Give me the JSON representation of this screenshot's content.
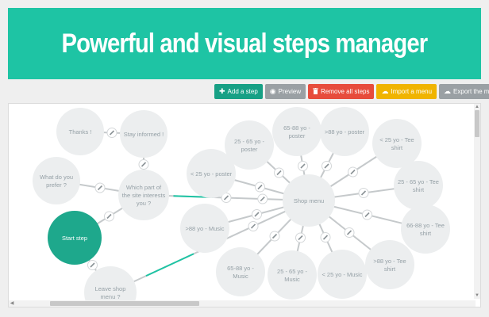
{
  "header": {
    "title": "Powerful and visual steps manager",
    "bg_color": "#1ec4a4"
  },
  "toolbar": {
    "add_step": {
      "label": "Add a step",
      "icon": "plus-icon"
    },
    "preview": {
      "label": "Preview",
      "icon": "eye-icon"
    },
    "remove_all": {
      "label": "Remove all steps",
      "icon": "trash-icon"
    },
    "import_menu": {
      "label": "Import a menu",
      "icon": "download-cloud-icon"
    },
    "export_menu": {
      "label": "Export the menu",
      "icon": "upload-cloud-icon"
    }
  },
  "colors": {
    "accent": "#1ec4a4",
    "start_node": "#1ea88c",
    "node_fill": "#eceeef",
    "node_text": "#95a0a6",
    "link_line": "#c5c9cb",
    "active_link": "#1ec4a4",
    "remove": "#e74c3c",
    "import": "#f0b400",
    "neutral_button": "#9aa0a4"
  },
  "graph": {
    "nodes": [
      {
        "id": "thanks",
        "lines": [
          "Thanks !"
        ]
      },
      {
        "id": "stay",
        "lines": [
          "Stay informed !"
        ]
      },
      {
        "id": "what",
        "lines": [
          "What do you",
          "prefer ?"
        ]
      },
      {
        "id": "which",
        "lines": [
          "Which part of",
          "the site interests",
          "you ?"
        ]
      },
      {
        "id": "start",
        "lines": [
          "Start step"
        ]
      },
      {
        "id": "leave",
        "lines": [
          "Leave shop",
          "menu ?"
        ]
      },
      {
        "id": "shop",
        "lines": [
          "Shop menu"
        ]
      },
      {
        "id": "p2565",
        "lines": [
          "25 - 65 yo -",
          "poster"
        ]
      },
      {
        "id": "p6588",
        "lines": [
          "65-88 yo -",
          "poster"
        ]
      },
      {
        "id": "p88",
        "lines": [
          ">88 yo - poster"
        ]
      },
      {
        "id": "p25",
        "lines": [
          "< 25 yo - poster"
        ]
      },
      {
        "id": "t25",
        "lines": [
          "< 25 yo - Tee",
          "shirt"
        ]
      },
      {
        "id": "t2565",
        "lines": [
          "25 - 65 yo - Tee",
          "shirt"
        ]
      },
      {
        "id": "t6688",
        "lines": [
          "66-88 yo - Tee",
          "shirt"
        ]
      },
      {
        "id": "t88",
        "lines": [
          ">88 yo - Tee",
          "shirt"
        ]
      },
      {
        "id": "m88",
        "lines": [
          ">88 yo - Music"
        ]
      },
      {
        "id": "m6588",
        "lines": [
          "65-88 yo -",
          "Music"
        ]
      },
      {
        "id": "m2565",
        "lines": [
          "25 - 65 yo -",
          "Music"
        ]
      },
      {
        "id": "m25",
        "lines": [
          "< 25 yo - Music"
        ]
      }
    ],
    "links": [
      {
        "from": "thanks",
        "to": "stay"
      },
      {
        "from": "stay",
        "to": "which"
      },
      {
        "from": "what",
        "to": "which"
      },
      {
        "from": "which",
        "to": "start"
      },
      {
        "from": "start",
        "to": "leave"
      },
      {
        "from": "which",
        "to": "shop",
        "active": true
      },
      {
        "from": "leave",
        "to": "shop",
        "active": true
      },
      {
        "from": "shop",
        "to": "p2565"
      },
      {
        "from": "shop",
        "to": "p6588"
      },
      {
        "from": "shop",
        "to": "p88"
      },
      {
        "from": "shop",
        "to": "p25"
      },
      {
        "from": "shop",
        "to": "t25"
      },
      {
        "from": "shop",
        "to": "t2565"
      },
      {
        "from": "shop",
        "to": "t6688"
      },
      {
        "from": "shop",
        "to": "t88"
      },
      {
        "from": "shop",
        "to": "m88"
      },
      {
        "from": "shop",
        "to": "m6588"
      },
      {
        "from": "shop",
        "to": "m2565"
      },
      {
        "from": "shop",
        "to": "m25"
      }
    ]
  }
}
